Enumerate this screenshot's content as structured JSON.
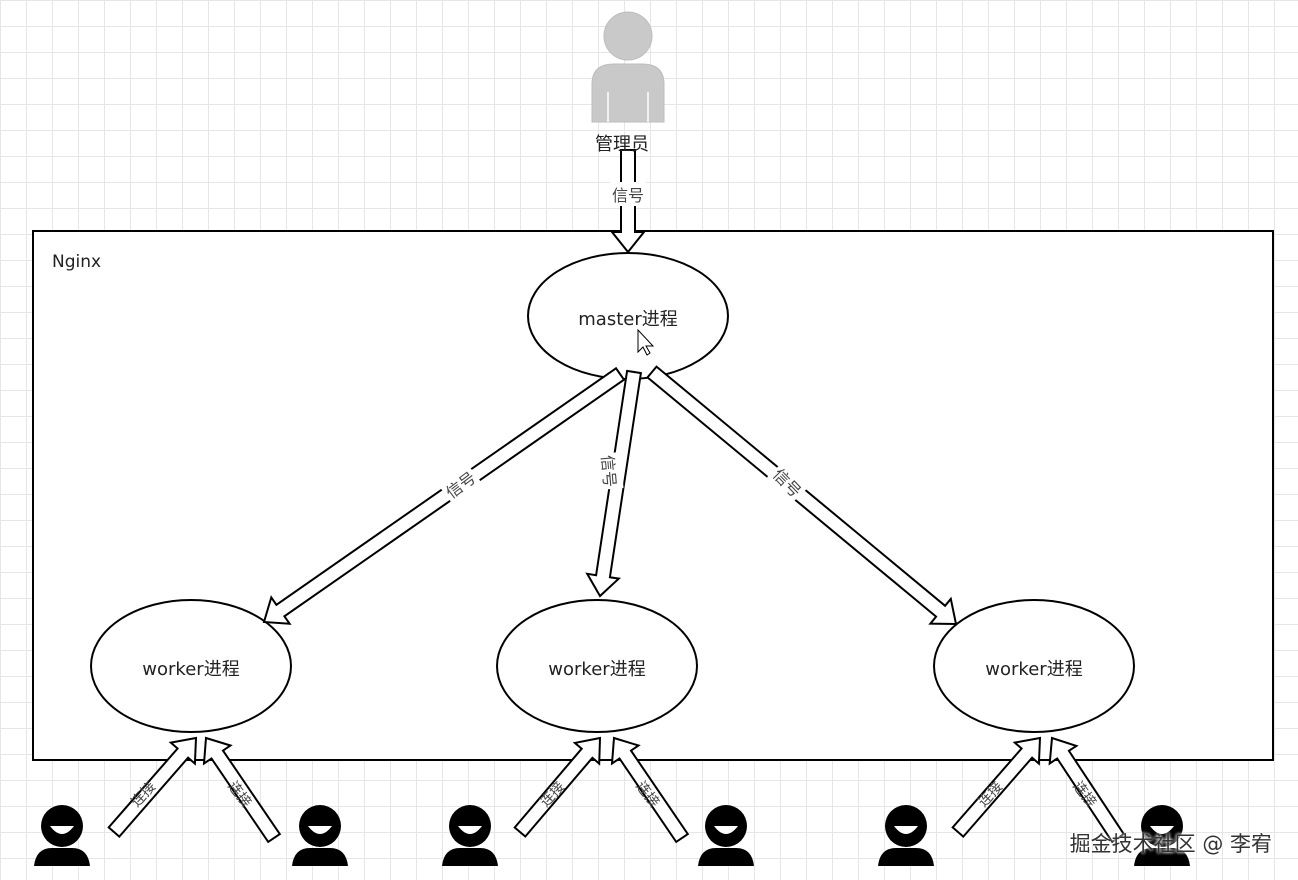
{
  "diagram": {
    "container_label": "Nginx",
    "admin_label": "管理员",
    "master_label": "master进程",
    "worker_labels": [
      "worker进程",
      "worker进程",
      "worker进程"
    ],
    "admin_edge_label": "信号",
    "master_edge_labels": [
      "信号",
      "信号",
      "信号"
    ],
    "client_edge_labels": [
      "连接",
      "连接",
      "连接",
      "连接",
      "连接",
      "连接"
    ],
    "watermark": "掘金技术社区 @ 李宥"
  }
}
